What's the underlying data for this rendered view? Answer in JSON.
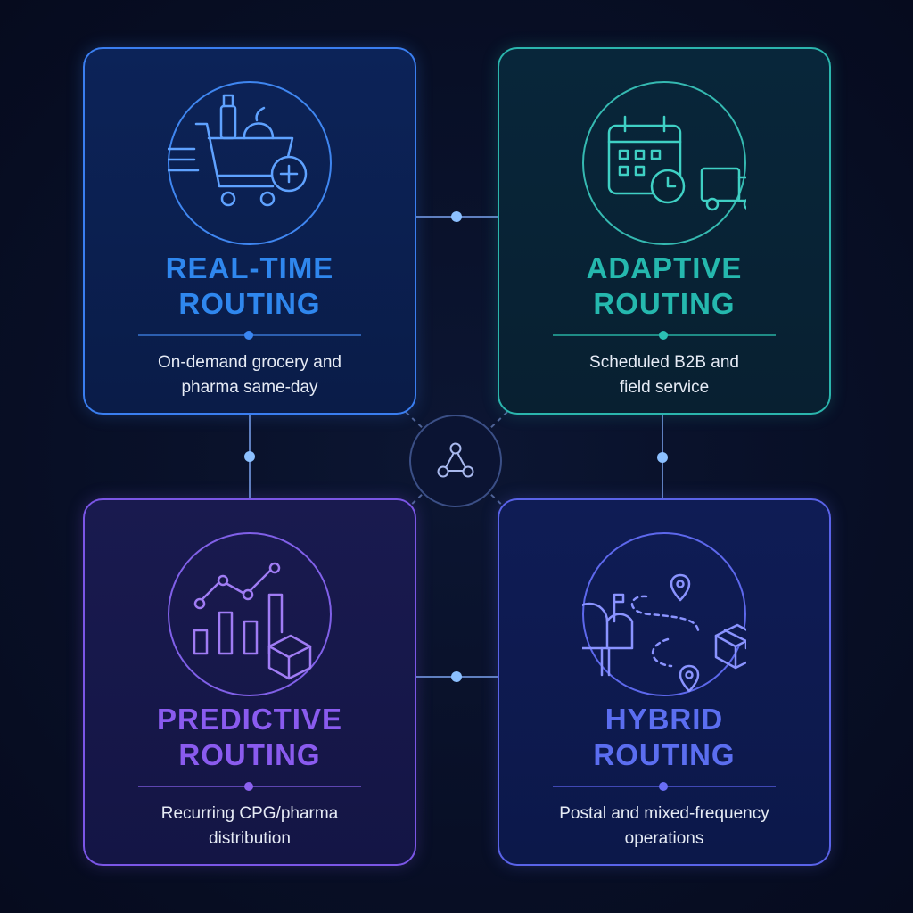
{
  "colors": {
    "background": "#080f26",
    "real_time": "#2f87ee",
    "adaptive": "#25b8ae",
    "predictive": "#8a5bef",
    "hybrid": "#5b6ef0",
    "text": "#e6ebf5"
  },
  "hub": {
    "icon": "network-nodes-icon"
  },
  "cards": [
    {
      "id": "real-time",
      "title_line1": "REAL-TIME",
      "title_line2": "ROUTING",
      "desc_line1": "On-demand grocery and",
      "desc_line2": "pharma same-day",
      "icon": "shopping-cart-add-icon"
    },
    {
      "id": "adaptive",
      "title_line1": "ADAPTIVE",
      "title_line2": "ROUTING",
      "desc_line1": "Scheduled B2B and",
      "desc_line2": "field service",
      "icon": "calendar-clock-truck-icon"
    },
    {
      "id": "predictive",
      "title_line1": "PREDICTIVE",
      "title_line2": "ROUTING",
      "desc_line1": "Recurring CPG/pharma",
      "desc_line2": "distribution",
      "icon": "chart-trend-box-icon"
    },
    {
      "id": "hybrid",
      "title_line1": "HYBRID",
      "title_line2": "ROUTING",
      "desc_line1": "Postal and mixed-frequency",
      "desc_line2": "operations",
      "icon": "mailbox-route-package-icon"
    }
  ]
}
